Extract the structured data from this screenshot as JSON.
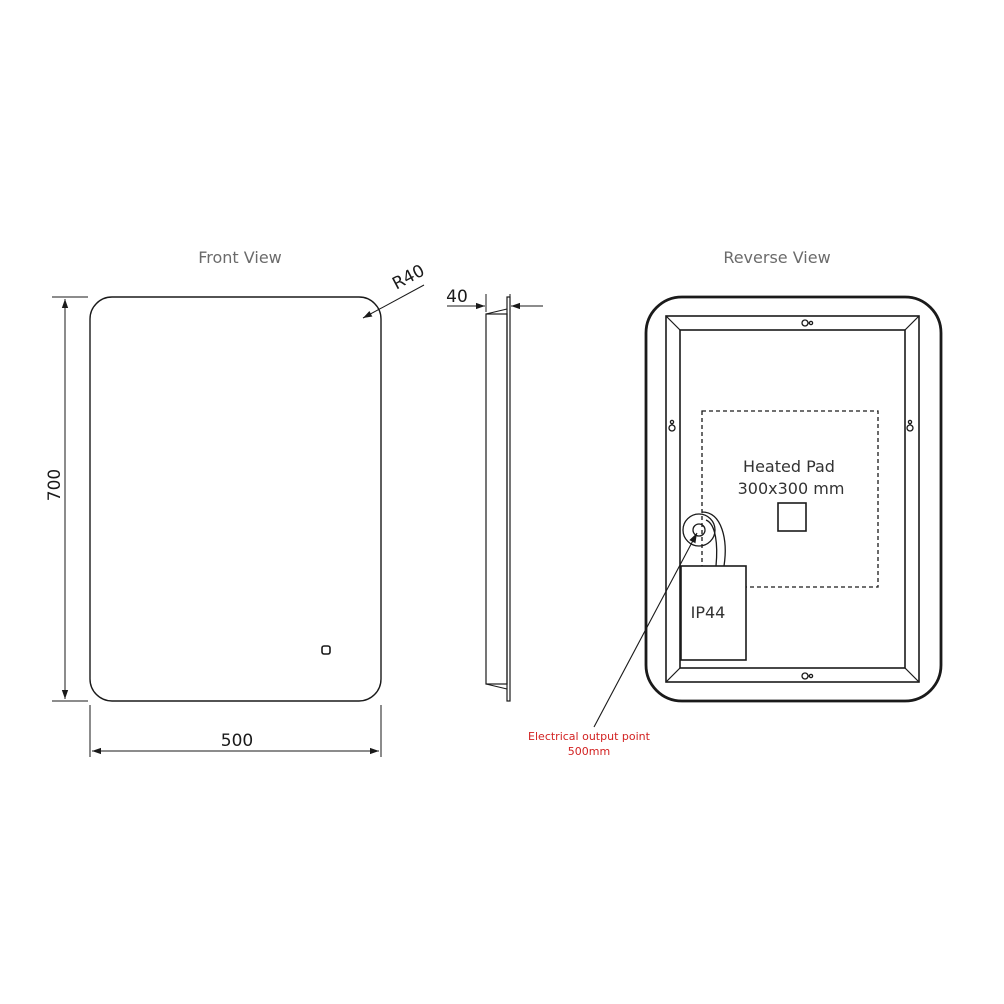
{
  "front_view": {
    "title": "Front View",
    "width_label": "500",
    "height_label": "700",
    "radius_label": "R40"
  },
  "side_view": {
    "depth_label": "40"
  },
  "reverse_view": {
    "title": "Reverse View",
    "heated_pad_line1": "Heated Pad",
    "heated_pad_line2": "300x300 mm",
    "ip_label": "IP44",
    "electrical_line1": "Electrical output point",
    "electrical_line2": "500mm"
  },
  "colors": {
    "line": "#1a1a1a",
    "callout": "#d22222",
    "title": "#6b6b6b"
  }
}
